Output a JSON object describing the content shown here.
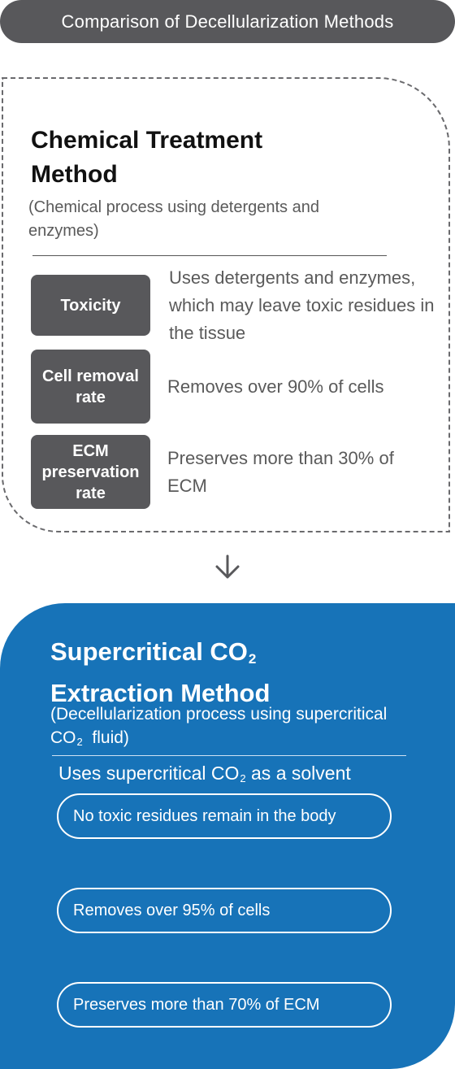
{
  "header": {
    "title": "Comparison of Decellularization Methods"
  },
  "chemical": {
    "title": "Chemical Treatment Method",
    "subtitle": "(Chemical process using detergents and enzymes)",
    "rows": [
      {
        "label": "Toxicity",
        "text": "Uses detergents and enzymes, which may leave toxic residues in the tissue"
      },
      {
        "label": "Cell removal rate",
        "text": "Removes over 90% of cells"
      },
      {
        "label": "ECM preservation rate",
        "text": "Preserves more than 30% of ECM"
      }
    ]
  },
  "arrow": {
    "icon": "arrow-down-icon"
  },
  "supercritical": {
    "title_line1": "Supercritical CO",
    "title_sub": "2",
    "title_line2": "Extraction Method",
    "subtitle_pre": "(Decellularization process using supercritical CO",
    "subtitle_sub": "2",
    "subtitle_post": "fluid)",
    "solvent_pre": "Uses supercritical CO",
    "solvent_sub": "2",
    "solvent_post": "as a solvent",
    "benefits": [
      "No toxic residues remain in the body",
      "Removes over 95% of cells",
      "Preserves more than 70% of ECM"
    ]
  },
  "colors": {
    "header_bg": "#58585b",
    "label_bg": "#58585b",
    "blue_card": "#1773b8",
    "text_gray": "#5a5a5a"
  }
}
